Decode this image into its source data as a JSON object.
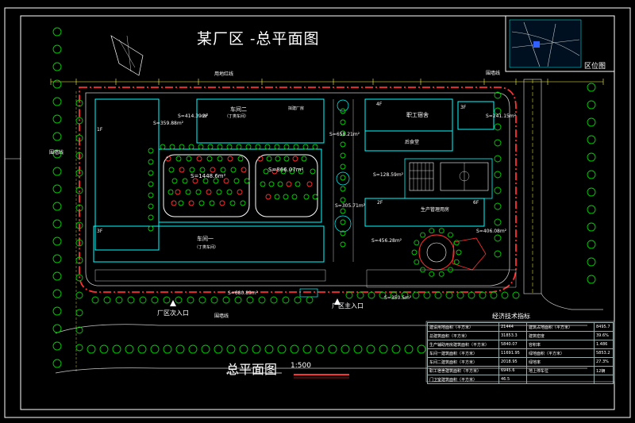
{
  "title": "某厂区 -总平面图",
  "plan_title": "总平面图",
  "scale": "1:500",
  "location_map_label": "区位图",
  "labels": {
    "red_line": "用地红线",
    "wall_line_top": "围墙线",
    "wall_line_left": "围墙线",
    "wall_line_bottom": "围墙线",
    "entrance_secondary": "厂区次入口",
    "entrance_main": "厂区主入口",
    "workshop2": "车间二",
    "workshop2_sub": "（丁类车间）",
    "workshop1": "车间一",
    "workshop1_sub": "（丁类车间）",
    "dorm": "职工宿舍",
    "canteen": "后食堂",
    "admin": "生产管理用房",
    "existing_plant": "拟建厂房"
  },
  "areas": {
    "a1": "S=359.88m²",
    "a2": "S=414.39m²",
    "a3": "S=658.21m²",
    "a4": "S=241.15m²",
    "a5": "S=1448.6m²",
    "a6": "S=866.07m²",
    "a7": "S=128.59m²",
    "a8": "S=305.71m²",
    "a9": "S=406.08m²",
    "a10": "S=456.28m²",
    "a11": "S=350.5m²",
    "a12": "S=680.89m²"
  },
  "floors": {
    "f1": "1F",
    "f2": "2F",
    "f3": "3F",
    "f4": "4F",
    "f5": "3F",
    "f6": "2F",
    "f7": "6F"
  },
  "econ_table": {
    "heading": "经济技术指标",
    "rows": [
      [
        "建设用地面积（平方米）",
        "21444",
        "建筑占地面积（平方米）",
        "8495.7"
      ],
      [
        "总建筑面积（平方米）",
        "31853.3",
        "建筑密度",
        "39.6%"
      ],
      [
        "生产辅助用房建筑面积（平方米）",
        "5840.07",
        "容积率",
        "1.486"
      ],
      [
        "车间一建筑面积（平方米）",
        "11691.95",
        "绿地面积（平方米）",
        "5853.2"
      ],
      [
        "车间二建筑面积（平方米）",
        "2018.95",
        "绿地率",
        "27.3%"
      ],
      [
        "职工宿舍建筑面积（平方米）",
        "6945.6",
        "地上停车位",
        "12辆"
      ],
      [
        "门卫室建筑面积（平方米）",
        "46.5",
        "",
        ""
      ]
    ]
  },
  "colors": {
    "background": "#000000",
    "border": "#ffffff",
    "red_line": "#ff3030",
    "building": "#00ffff",
    "tree": "#00d000",
    "road": "#c8c8c8",
    "text": "#ffffff"
  }
}
